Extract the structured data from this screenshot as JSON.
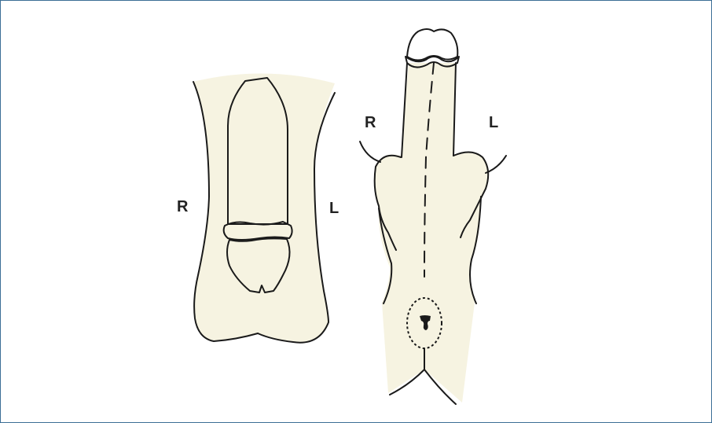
{
  "colors": {
    "frame_border": "#3c6f96",
    "tissue_fill": "#f6f3e1",
    "outline": "#1a1a1a",
    "background": "#ffffff"
  },
  "left_figure": {
    "label_right": "R",
    "label_left": "L"
  },
  "right_figure": {
    "label_right": "R",
    "label_left": "L"
  }
}
